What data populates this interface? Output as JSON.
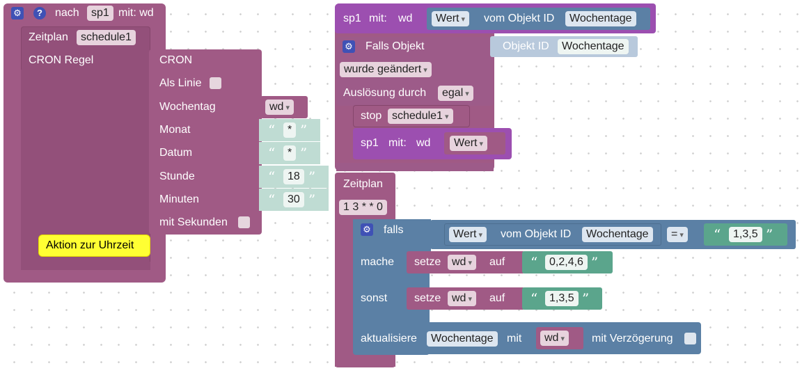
{
  "left_group": {
    "function": {
      "prefix": "nach",
      "name": "sp1",
      "suffix": "mit: wd",
      "icons": [
        "gear-icon",
        "help-icon"
      ]
    },
    "schedule": {
      "label": "Zeitplan",
      "name": "schedule1",
      "cron_label": "CRON Regel"
    },
    "cron": {
      "title": "CRON",
      "as_line_label": "Als Linie",
      "rows": [
        {
          "label": "Wochentag",
          "kind": "variable",
          "value": "wd"
        },
        {
          "label": "Monat",
          "kind": "text",
          "value": "*"
        },
        {
          "label": "Datum",
          "kind": "text",
          "value": "*"
        },
        {
          "label": "Stunde",
          "kind": "text",
          "value": "18"
        },
        {
          "label": "Minuten",
          "kind": "text",
          "value": "30"
        }
      ],
      "seconds_label": "mit Sekunden"
    },
    "comment": "Aktion zur Uhrzeit"
  },
  "right_group": {
    "function_def": {
      "name": "sp1",
      "mit": "mit:",
      "param": "wd",
      "value_field": "Wert",
      "of_object": "vom Objekt ID",
      "object": "Wochentage"
    },
    "trigger": {
      "label": "Falls Objekt",
      "object_label": "Objekt ID",
      "object": "Wochentage",
      "condition": "wurde geändert",
      "trigger_by_label": "Auslösung durch",
      "trigger_by": "egal"
    },
    "stop": {
      "label": "stop",
      "schedule": "schedule1"
    },
    "call": {
      "name": "sp1",
      "mit": "mit:",
      "param": "wd",
      "value": "Wert"
    },
    "schedule": {
      "label": "Zeitplan",
      "cron": "1 3 * * 0"
    },
    "if_block": {
      "label": "falls",
      "value_field": "Wert",
      "of_object": "vom Objekt ID",
      "object": "Wochentage",
      "operator": "=",
      "compare": "1,3,5",
      "do_label": "mache",
      "else_label": "sonst",
      "do_set": {
        "label": "setze",
        "var": "wd",
        "to": "auf",
        "value": "0,2,4,6"
      },
      "else_set": {
        "label": "setze",
        "var": "wd",
        "to": "auf",
        "value": "1,3,5"
      }
    },
    "update": {
      "label": "aktualisiere",
      "object": "Wochentage",
      "with": "mit",
      "var": "wd",
      "delay_label": "mit Verzögerung"
    }
  }
}
